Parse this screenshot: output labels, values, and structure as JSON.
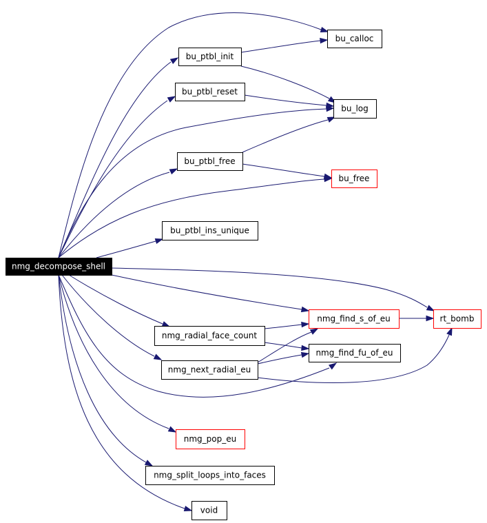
{
  "graph": {
    "edge_color": "#191970",
    "root": "nmg_decompose_shell",
    "nodes": {
      "nmg_decompose_shell": {
        "label": "nmg_decompose_shell",
        "style": "root"
      },
      "bu_calloc": {
        "label": "bu_calloc",
        "style": "normal"
      },
      "bu_ptbl_init": {
        "label": "bu_ptbl_init",
        "style": "normal"
      },
      "bu_ptbl_reset": {
        "label": "bu_ptbl_reset",
        "style": "normal"
      },
      "bu_log": {
        "label": "bu_log",
        "style": "normal"
      },
      "bu_ptbl_free": {
        "label": "bu_ptbl_free",
        "style": "normal"
      },
      "bu_free": {
        "label": "bu_free",
        "style": "red"
      },
      "bu_ptbl_ins_unique": {
        "label": "bu_ptbl_ins_unique",
        "style": "normal"
      },
      "nmg_find_s_of_eu": {
        "label": "nmg_find_s_of_eu",
        "style": "red"
      },
      "rt_bomb": {
        "label": "rt_bomb",
        "style": "red"
      },
      "nmg_radial_face_count": {
        "label": "nmg_radial_face_count",
        "style": "normal"
      },
      "nmg_find_fu_of_eu": {
        "label": "nmg_find_fu_of_eu",
        "style": "normal"
      },
      "nmg_next_radial_eu": {
        "label": "nmg_next_radial_eu",
        "style": "normal"
      },
      "nmg_pop_eu": {
        "label": "nmg_pop_eu",
        "style": "red"
      },
      "nmg_split_loops_into_faces": {
        "label": "nmg_split_loops_into_faces",
        "style": "normal"
      },
      "void": {
        "label": "void",
        "style": "normal"
      }
    },
    "edges": [
      [
        "nmg_decompose_shell",
        "bu_calloc"
      ],
      [
        "nmg_decompose_shell",
        "bu_ptbl_init"
      ],
      [
        "nmg_decompose_shell",
        "bu_ptbl_reset"
      ],
      [
        "nmg_decompose_shell",
        "bu_log"
      ],
      [
        "nmg_decompose_shell",
        "bu_ptbl_free"
      ],
      [
        "nmg_decompose_shell",
        "bu_free"
      ],
      [
        "nmg_decompose_shell",
        "bu_ptbl_ins_unique"
      ],
      [
        "nmg_decompose_shell",
        "rt_bomb"
      ],
      [
        "nmg_decompose_shell",
        "nmg_find_s_of_eu"
      ],
      [
        "nmg_decompose_shell",
        "nmg_radial_face_count"
      ],
      [
        "nmg_decompose_shell",
        "nmg_next_radial_eu"
      ],
      [
        "nmg_decompose_shell",
        "nmg_find_fu_of_eu"
      ],
      [
        "nmg_decompose_shell",
        "nmg_pop_eu"
      ],
      [
        "nmg_decompose_shell",
        "nmg_split_loops_into_faces"
      ],
      [
        "nmg_decompose_shell",
        "void"
      ],
      [
        "bu_ptbl_init",
        "bu_calloc"
      ],
      [
        "bu_ptbl_init",
        "bu_log"
      ],
      [
        "bu_ptbl_reset",
        "bu_log"
      ],
      [
        "bu_ptbl_free",
        "bu_log"
      ],
      [
        "bu_ptbl_free",
        "bu_free"
      ],
      [
        "nmg_find_s_of_eu",
        "rt_bomb"
      ],
      [
        "nmg_radial_face_count",
        "nmg_find_s_of_eu"
      ],
      [
        "nmg_radial_face_count",
        "nmg_find_fu_of_eu"
      ],
      [
        "nmg_next_radial_eu",
        "nmg_find_s_of_eu"
      ],
      [
        "nmg_next_radial_eu",
        "nmg_find_fu_of_eu"
      ],
      [
        "nmg_next_radial_eu",
        "rt_bomb"
      ]
    ]
  }
}
